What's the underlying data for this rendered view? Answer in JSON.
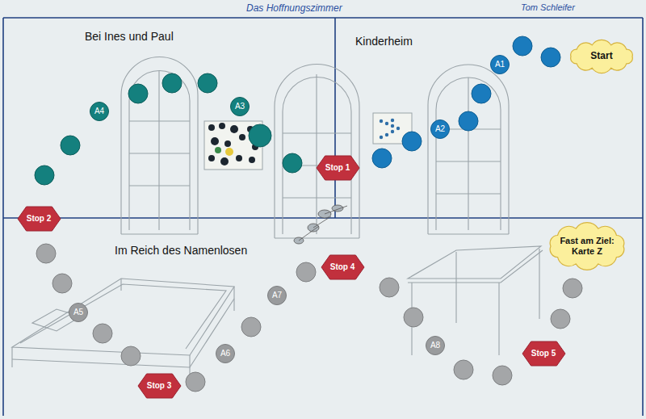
{
  "diagram": {
    "nodes": [
      {
        "text": [
          "Start"
        ]
      },
      {
        "text": [
          "A1"
        ]
      },
      {
        "text": [
          "A2"
        ]
      },
      {
        "text": [
          "Stop 1"
        ]
      },
      {
        "text": [
          "A3"
        ]
      },
      {
        "text": [
          "A4"
        ]
      },
      {
        "text": [
          "Stop 2"
        ]
      },
      {
        "text": [
          "A5"
        ]
      },
      {
        "text": [
          "Stop 3"
        ]
      },
      {
        "text": [
          "A6"
        ]
      },
      {
        "text": [
          "A7"
        ]
      },
      {
        "text": [
          "Stop 4"
        ]
      },
      {
        "text": [
          "A8"
        ]
      },
      {
        "text": [
          "Stop 5"
        ]
      },
      {
        "text": [
          "Fast am Ziel: Karte Z"
        ]
      }
    ],
    "labels": [
      "Das Hoffnungszimmer",
      "Tom Schleifer",
      "Bei Ines und Paul",
      "Kinderheim",
      "Im Reich des Namenlosen"
    ]
  }
}
